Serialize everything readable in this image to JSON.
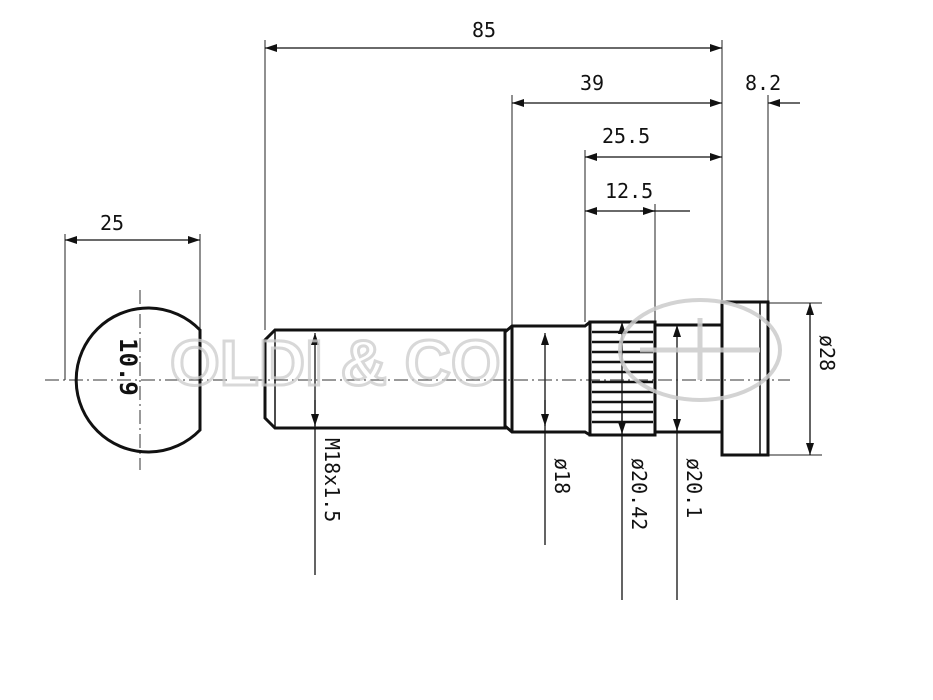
{
  "drawing": {
    "dimensions": {
      "overall_length": "85",
      "shank_to_head": "39",
      "head_thickness": "8.2",
      "knurl_to_head": "25.5",
      "knurl_length": "12.5",
      "end_view_width": "25",
      "grade": "10.9",
      "thread": "M18x1.5",
      "neck_diameter": "ø18",
      "knurl_diameter": "ø20.42",
      "body_diameter": "ø20.1",
      "head_diameter": "ø28"
    },
    "watermark": "OLDI & CO"
  }
}
